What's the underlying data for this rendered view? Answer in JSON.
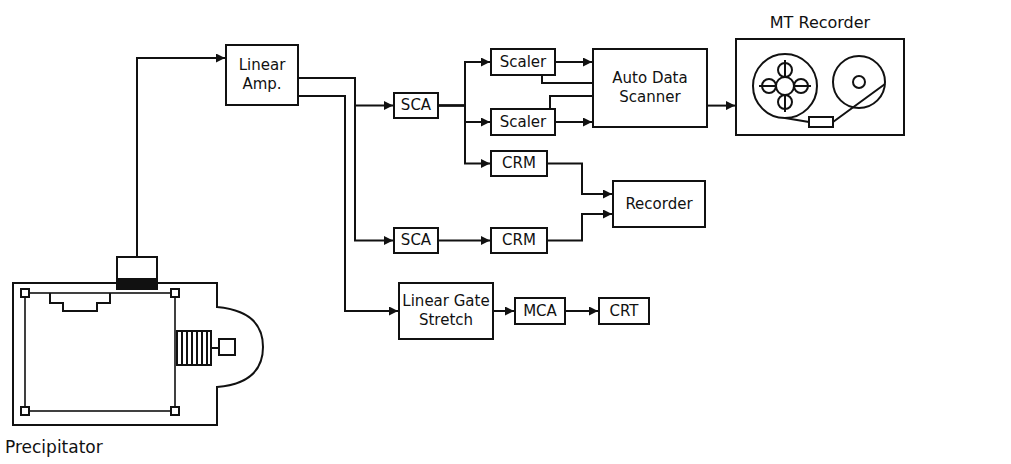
{
  "diagram": {
    "nodes": [
      {
        "text": [
          "Linear Amp."
        ]
      },
      {
        "text": [
          "SCA"
        ]
      },
      {
        "text": [
          "SCA"
        ]
      },
      {
        "text": [
          "Scaler"
        ]
      },
      {
        "text": [
          "Scaler"
        ]
      },
      {
        "text": [
          "Auto Data Scanner"
        ]
      },
      {
        "text": [
          "CRM"
        ]
      },
      {
        "text": [
          "CRM"
        ]
      },
      {
        "text": [
          "Recorder"
        ]
      },
      {
        "text": [
          "MT Recorder"
        ]
      },
      {
        "text": [
          "Linear Gate Stretch"
        ]
      },
      {
        "text": [
          "MCA"
        ]
      },
      {
        "text": [
          "CRT"
        ]
      },
      {
        "text": [
          "Precipitator"
        ]
      }
    ],
    "edges": [
      {
        "from": 13,
        "to": 0,
        "arrow": "to"
      },
      {
        "from": 0,
        "to": 1,
        "arrow": "to"
      },
      {
        "from": 0,
        "to": 2,
        "arrow": "to"
      },
      {
        "from": 0,
        "to": 10,
        "arrow": "to"
      },
      {
        "from": 1,
        "to": 3,
        "arrow": "to"
      },
      {
        "from": 1,
        "to": 4,
        "arrow": "to"
      },
      {
        "from": 1,
        "to": 6,
        "arrow": "to"
      },
      {
        "from": 2,
        "to": 7,
        "arrow": "to"
      },
      {
        "from": 3,
        "to": 5,
        "arrow": "to"
      },
      {
        "from": 4,
        "to": 5,
        "arrow": "to"
      },
      {
        "from": 5,
        "to": 3,
        "arrow": "none"
      },
      {
        "from": 5,
        "to": 4,
        "arrow": "none"
      },
      {
        "from": 6,
        "to": 8,
        "arrow": "to"
      },
      {
        "from": 7,
        "to": 8,
        "arrow": "to"
      },
      {
        "from": 5,
        "to": 9,
        "arrow": "to"
      },
      {
        "from": 10,
        "to": 11,
        "arrow": "to"
      },
      {
        "from": 11,
        "to": 12,
        "arrow": "to"
      }
    ]
  }
}
